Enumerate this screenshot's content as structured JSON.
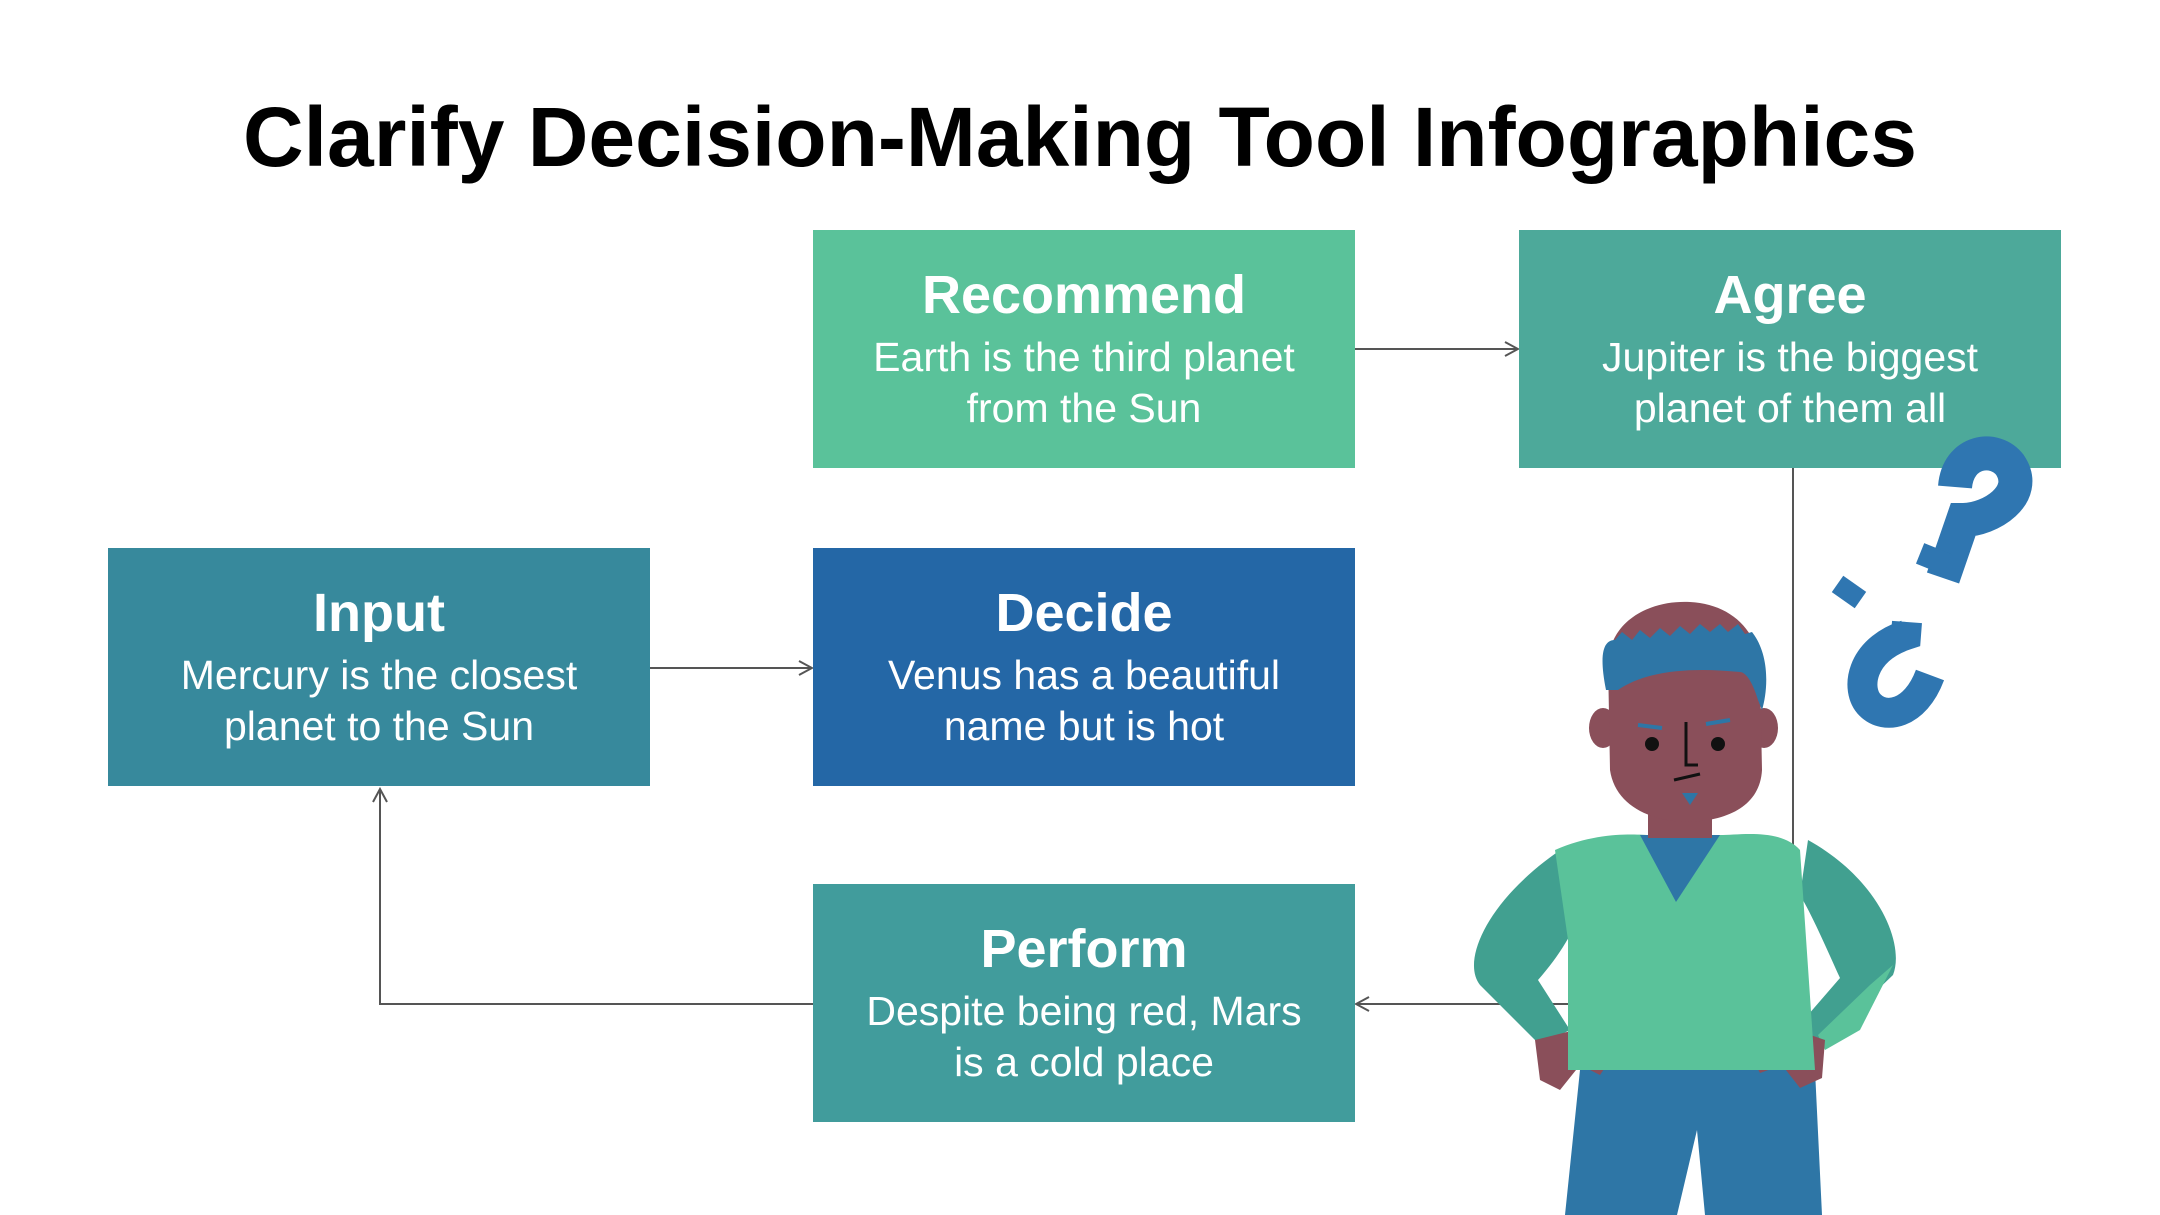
{
  "title": "Clarify Decision-Making Tool Infographics",
  "colors": {
    "recommend": "#5ac29a",
    "agree": "#4da99a",
    "input": "#37899c",
    "decide": "#2467a6",
    "perform": "#419c9c",
    "connector": "#555555"
  },
  "steps": {
    "recommend": {
      "title": "Recommend",
      "desc": "Earth is the third planet from the Sun"
    },
    "agree": {
      "title": "Agree",
      "desc": "Jupiter is the biggest planet of them all"
    },
    "input": {
      "title": "Input",
      "desc": "Mercury is the closest planet to the Sun"
    },
    "decide": {
      "title": "Decide",
      "desc": "Venus has a beautiful name but is hot"
    },
    "perform": {
      "title": "Perform",
      "desc": "Despite being red, Mars is a cold place"
    }
  },
  "illustration": {
    "character": "confused-man-illustration",
    "icons": [
      "question-mark-icon",
      "inverted-question-mark-icon"
    ]
  }
}
